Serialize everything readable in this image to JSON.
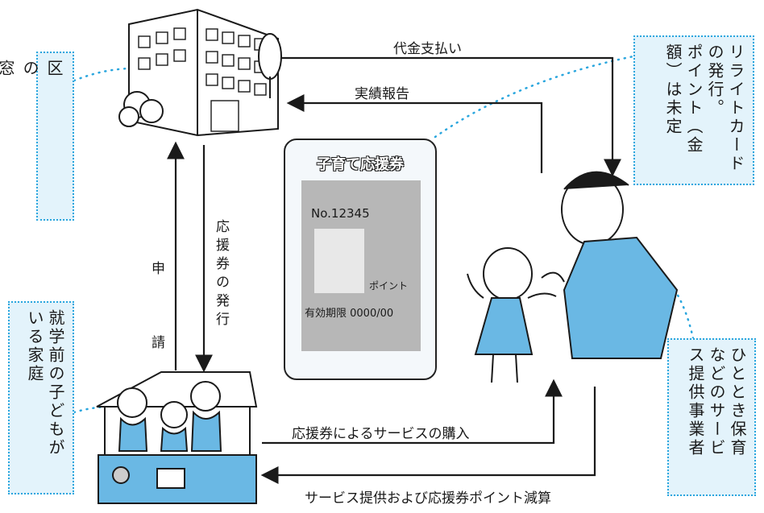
{
  "labels": {
    "payment": "代金支払い",
    "report": "実績報告",
    "apply": "申\n請",
    "issue": "応援券の発行",
    "purchase": "応援券によるサービスの購入",
    "settle": "サービス提供および応援券ポイント減算"
  },
  "boxes": {
    "ward": "区\nの\n窓\n口",
    "family": "就学前の子どもが\nいる家庭",
    "reload": "リライトカード\nの発行。\nポイント（金\n額）は未定",
    "provider": "ひととき保育\nなどのサービ\nス提供事業者"
  },
  "card": {
    "title": "子育て応援券",
    "number": "No.12345",
    "points": "ポイント",
    "expiry": "有効期限 0000/00"
  },
  "colors": {
    "accent": "#2aa6de",
    "box_fill": "#e3f3fb",
    "card_gray": "#b7b7b7",
    "figure_blue": "#6ab8e4"
  }
}
